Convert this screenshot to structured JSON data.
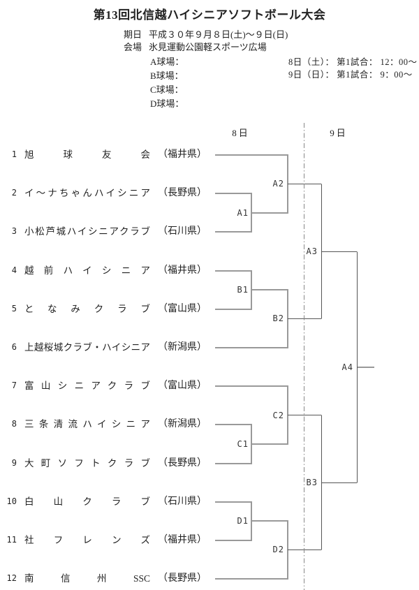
{
  "title": "第13回北信越ハイシニアソフトボール大会",
  "info": {
    "date_label": "期日",
    "date_value": "平成３０年９月８日(土)～９日(日)",
    "venue_label": "会場",
    "venue_value": "氷見運動公園軽スポーツ広場",
    "fields": [
      "A球場：",
      "B球場：",
      "C球場：",
      "D球場："
    ],
    "schedule": [
      "8日（土）： 第1試合： 12：00～",
      "9日（日）： 第1試合： 9：00～"
    ]
  },
  "bracket": {
    "day_headers": [
      "8日",
      "9日"
    ],
    "teams": [
      {
        "no": "1",
        "name": "旭球友会",
        "pref": "（福井県）"
      },
      {
        "no": "2",
        "name": "イ～ナちゃんハイシニア",
        "pref": "（長野県）"
      },
      {
        "no": "3",
        "name": "小松芦城ハイシニアクラブ",
        "pref": "（石川県）"
      },
      {
        "no": "4",
        "name": "越前ハイシニア",
        "pref": "（福井県）"
      },
      {
        "no": "5",
        "name": "となみクラブ",
        "pref": "（富山県）"
      },
      {
        "no": "6",
        "name": "上越桜城クラブ・ハイシニア",
        "pref": "（新潟県）"
      },
      {
        "no": "7",
        "name": "富山シニアクラブ",
        "pref": "（富山県）"
      },
      {
        "no": "8",
        "name": "三条清流ハイシニア",
        "pref": "（新潟県）"
      },
      {
        "no": "9",
        "name": "大町ソフトクラブ",
        "pref": "（長野県）"
      },
      {
        "no": "10",
        "name": "白山クラブ",
        "pref": "（石川県）"
      },
      {
        "no": "11",
        "name": "社フレンズ",
        "pref": "（福井県）"
      },
      {
        "no": "12",
        "name": "南信州SSC",
        "pref": "（長野県）"
      }
    ],
    "matches": [
      {
        "label": "A1",
        "day": "8日",
        "between": [
          "2",
          "3"
        ]
      },
      {
        "label": "B1",
        "day": "8日",
        "between": [
          "4",
          "5"
        ]
      },
      {
        "label": "C1",
        "day": "8日",
        "between": [
          "8",
          "9"
        ]
      },
      {
        "label": "D1",
        "day": "8日",
        "between": [
          "10",
          "11"
        ]
      },
      {
        "label": "A2",
        "day": "8日",
        "between": [
          "1",
          "winner A1"
        ]
      },
      {
        "label": "B2",
        "day": "8日",
        "between": [
          "winner B1",
          "6"
        ]
      },
      {
        "label": "C2",
        "day": "8日",
        "between": [
          "7",
          "winner C1"
        ]
      },
      {
        "label": "D2",
        "day": "8日",
        "between": [
          "winner D1",
          "12"
        ]
      },
      {
        "label": "A3",
        "day": "9日",
        "between": [
          "winner A2",
          "winner B2"
        ]
      },
      {
        "label": "B3",
        "day": "9日",
        "between": [
          "winner C2",
          "winner D2"
        ]
      },
      {
        "label": "A4",
        "day": "9日",
        "between": [
          "winner A3",
          "winner B3"
        ]
      }
    ]
  },
  "colors": {
    "background": "#ffffff",
    "text": "#222222",
    "bracket_line_day1": "#999999",
    "bracket_line_day2": "#555555",
    "day_divider": "#888888"
  }
}
